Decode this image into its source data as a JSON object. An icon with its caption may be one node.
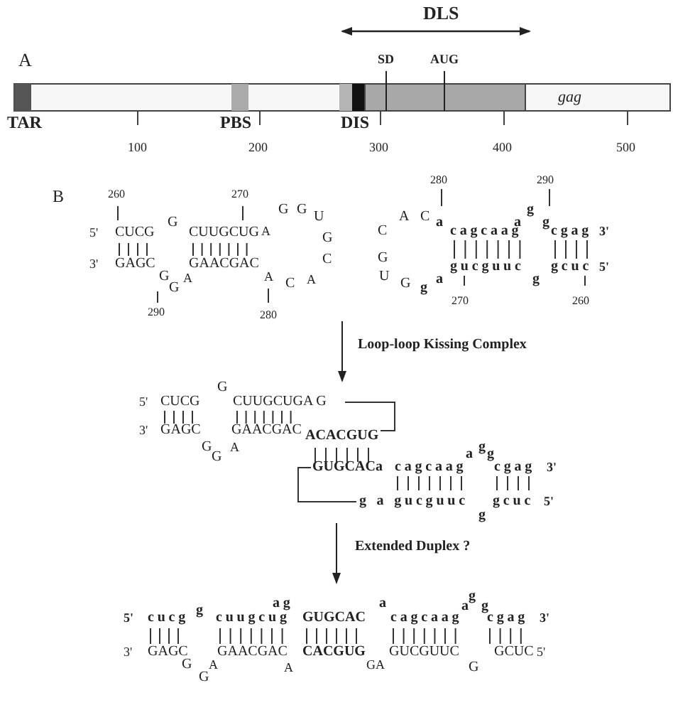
{
  "diagram": {
    "labels": [
      "DLS",
      "A",
      "SD",
      "AUG",
      "gag",
      "TAR",
      "PBS",
      "DIS",
      "100",
      "200",
      "300",
      "400",
      "500",
      "B",
      "260",
      "270",
      "5'",
      "CUCG",
      "G",
      "CUUGCUG",
      "A",
      "G",
      "G",
      "U",
      "G",
      "C",
      "3'",
      "GAGC",
      "GAACGAC",
      "G",
      "G",
      "A",
      "A",
      "C",
      "A",
      "290",
      "280",
      "280",
      "290",
      "A",
      "C",
      "a",
      "a",
      "g",
      "g",
      "C",
      "cagcaag",
      "cgag",
      "3'",
      "G",
      "gucguuc",
      "gcuc",
      "5'",
      "U",
      "a",
      "G",
      "g",
      "g",
      "270",
      "260",
      "Loop-loop Kissing Complex",
      "G",
      "5'",
      "CUCG",
      "CUUGCUGA G",
      "3'",
      "GAGC",
      "GAACGAC",
      "ACACGUG",
      "G",
      "G",
      "A",
      "g",
      "a",
      "g",
      "GUGCACa",
      "cagcaag",
      "cgag",
      "3'",
      "g a gucguuc",
      "gcuc",
      "5'",
      "g",
      "Extended Duplex ?",
      "ag",
      "a",
      "g",
      "g",
      "a",
      "g",
      "5'",
      "cucg",
      "cuugcug",
      "GUGCAC",
      "cagcaag",
      "cgag",
      "3'",
      "3'",
      "GAGC",
      "GAACGAC",
      "CACGUG",
      "GUCGUUC",
      "GCUC",
      "5'",
      "G",
      "A",
      "A",
      "GA",
      "G",
      "G"
    ]
  }
}
